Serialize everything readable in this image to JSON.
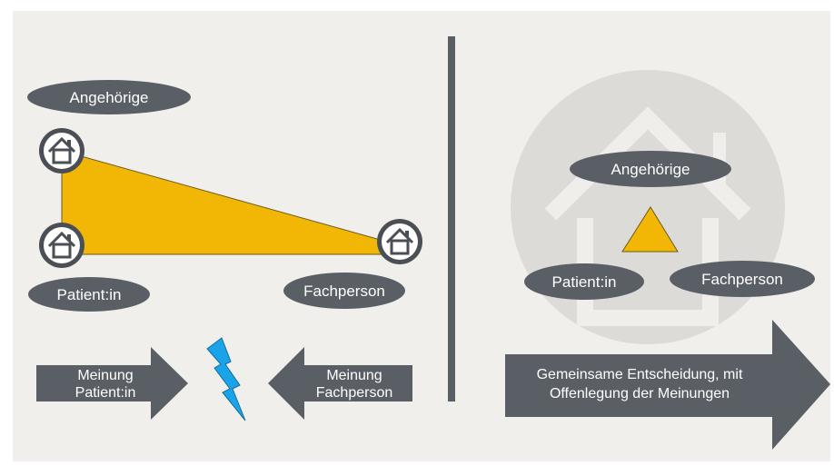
{
  "colors": {
    "background": "#f1efeb",
    "pill": "#5a5f66",
    "triangle": "#f2b705",
    "divider": "#5a5f66",
    "arrow": "#5a5f66",
    "lightning": "#1aa3e8",
    "circle": "#dcdbd8"
  },
  "left": {
    "top_label": "Angehörige",
    "bottom_left_label": "Patient:in",
    "right_label": "Fachperson",
    "arrow_left": {
      "line1": "Meinung",
      "line2": "Patient:in"
    },
    "arrow_right": {
      "line1": "Meinung",
      "line2": "Fachperson"
    },
    "icons": [
      "house-icon",
      "house-icon",
      "house-icon",
      "lightning-icon"
    ]
  },
  "right": {
    "top_label": "Angehörige",
    "left_label": "Patient:in",
    "right_label": "Fachperson",
    "arrow": {
      "line1": "Gemeinsame Entscheidung, mit",
      "line2": "Offenlegung der Meinungen"
    },
    "icons": [
      "house-outline-icon"
    ]
  }
}
